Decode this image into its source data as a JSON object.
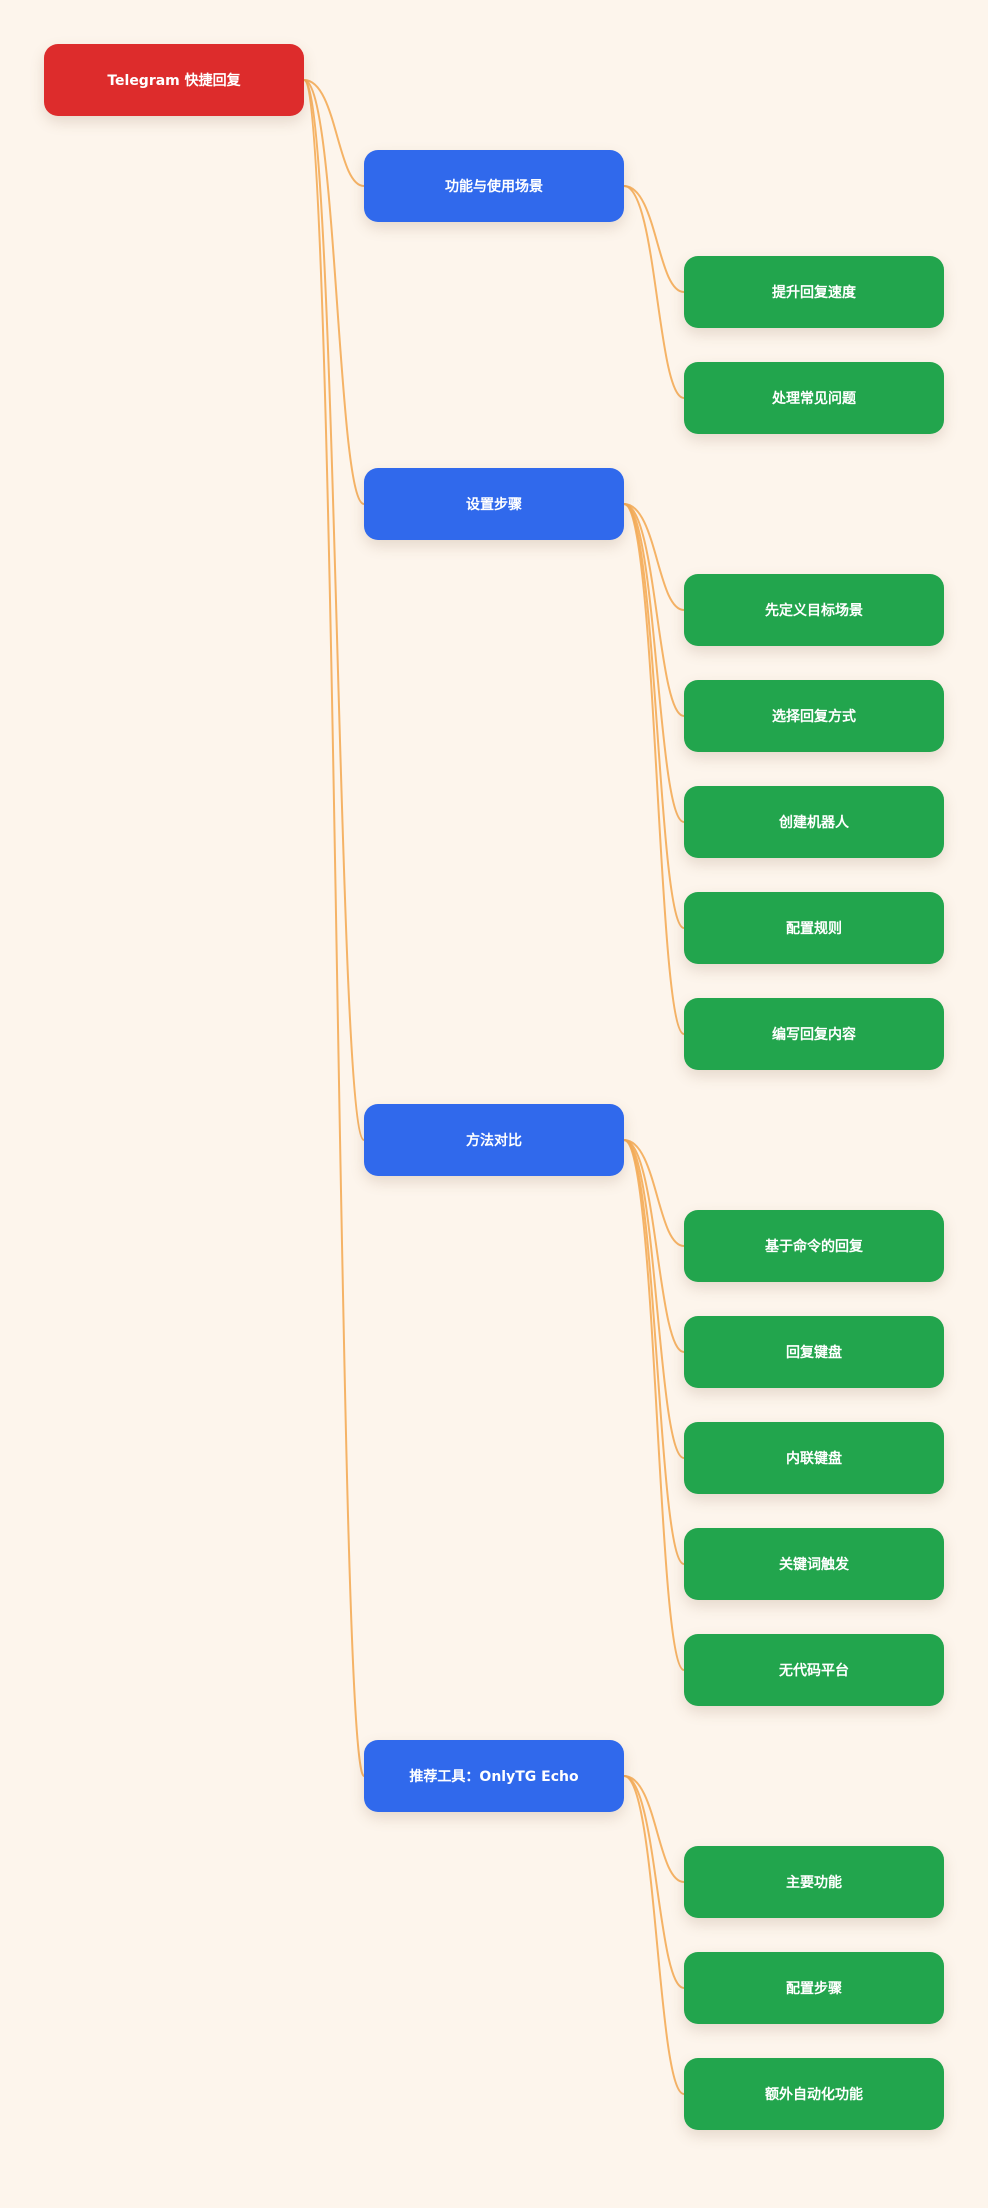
{
  "colors": {
    "background": "#fdf5ec",
    "root": "#dd2c2c",
    "level1": "#3069ec",
    "level2": "#22a54d",
    "connector": "#f4ac58"
  },
  "root": {
    "label": "Telegram 快捷回复",
    "children": [
      {
        "label": "功能与使用场景",
        "children": [
          "提升回复速度",
          "处理常见问题"
        ]
      },
      {
        "label": "设置步骤",
        "children": [
          "先定义目标场景",
          "选择回复方式",
          "创建机器人",
          "配置规则",
          "编写回复内容"
        ]
      },
      {
        "label": "方法对比",
        "children": [
          "基于命令的回复",
          "回复键盘",
          "内联键盘",
          "关键词触发",
          "无代码平台"
        ]
      },
      {
        "label": "推荐工具：OnlyTG Echo",
        "children": [
          "主要功能",
          "配置步骤",
          "额外自动化功能"
        ]
      }
    ]
  }
}
